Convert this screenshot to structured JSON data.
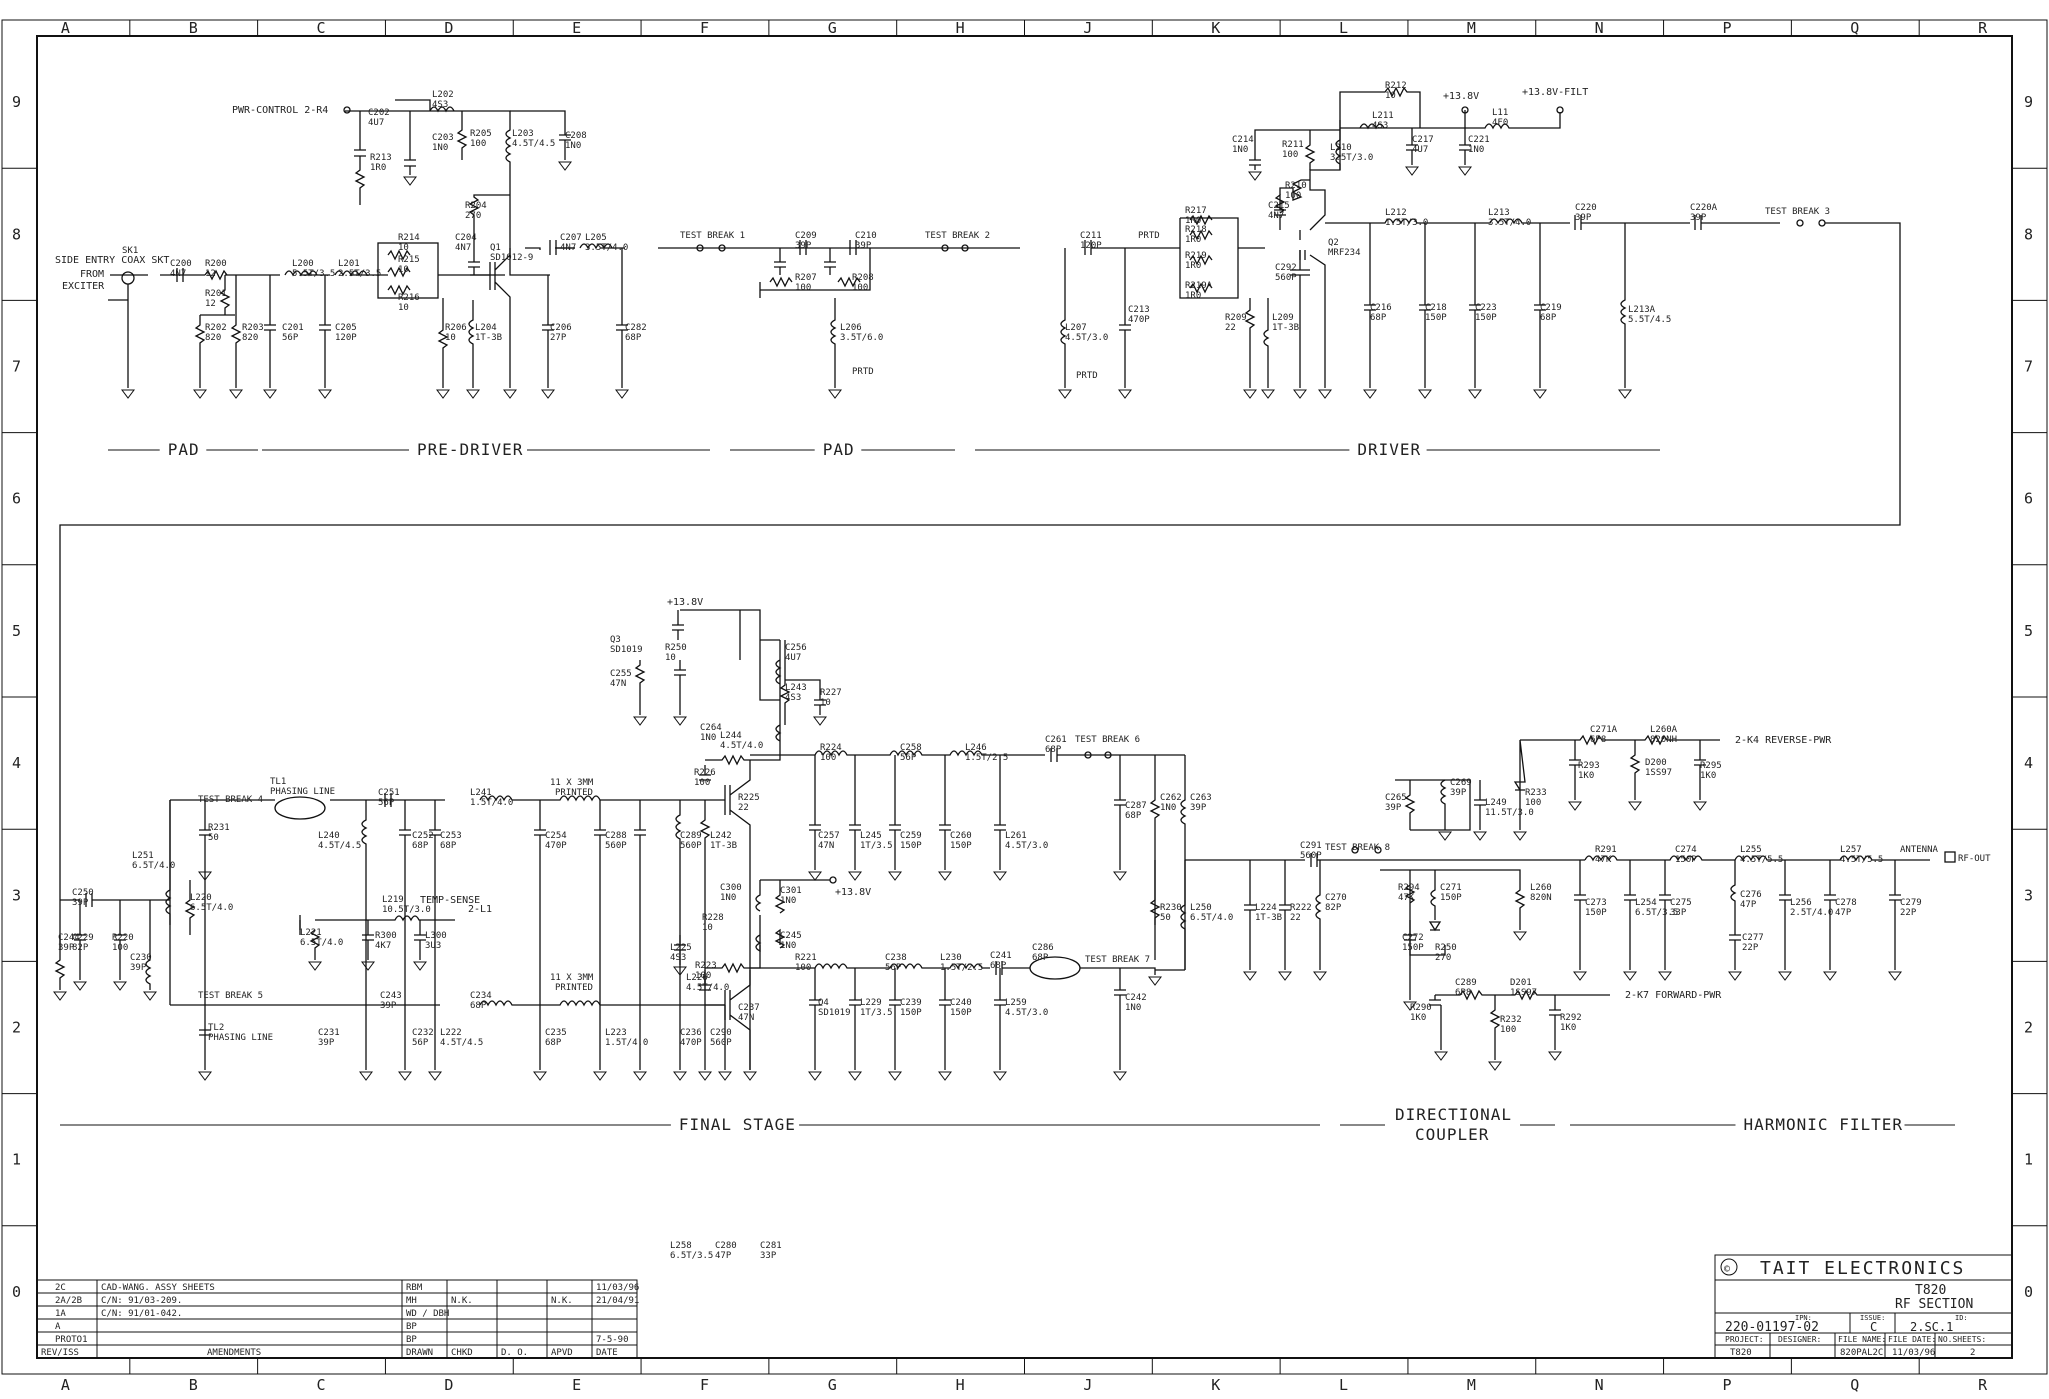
{
  "grid": {
    "cols": [
      "A",
      "B",
      "C",
      "D",
      "E",
      "F",
      "G",
      "H",
      "J",
      "K",
      "L",
      "M",
      "N",
      "P",
      "Q",
      "R"
    ],
    "rows": [
      "9",
      "8",
      "7",
      "6",
      "5",
      "4",
      "3",
      "2",
      "1",
      "0"
    ]
  },
  "sections": [
    {
      "id": "pad1",
      "label": "PAD"
    },
    {
      "id": "predriver",
      "label": "PRE-DRIVER"
    },
    {
      "id": "pad2",
      "label": "PAD"
    },
    {
      "id": "driver",
      "label": "DRIVER"
    },
    {
      "id": "final",
      "label": "FINAL STAGE"
    },
    {
      "id": "dircoupler",
      "lines": [
        "DIRECTIONAL",
        "COUPLER"
      ]
    },
    {
      "id": "harmonic",
      "label": "HARMONIC FILTER"
    }
  ],
  "components": [
    {
      "ref": "SK1",
      "value": ""
    },
    {
      "ref": "C200",
      "value": "4N7"
    },
    {
      "ref": "R200",
      "value": "12"
    },
    {
      "ref": "R201",
      "value": "12"
    },
    {
      "ref": "R202",
      "value": "820"
    },
    {
      "ref": "R203",
      "value": "820"
    },
    {
      "ref": "L200",
      "value": "5.5T/3.5"
    },
    {
      "ref": "C201",
      "value": "56P"
    },
    {
      "ref": "L201",
      "value": "2.5T/3.5"
    },
    {
      "ref": "C205",
      "value": "120P"
    },
    {
      "ref": "R214",
      "value": "10"
    },
    {
      "ref": "R215",
      "value": "10"
    },
    {
      "ref": "R216",
      "value": "10"
    },
    {
      "ref": "C202",
      "value": "4U7"
    },
    {
      "ref": "R213",
      "value": "1R0"
    },
    {
      "ref": "L202",
      "value": "4S3"
    },
    {
      "ref": "C203",
      "value": "1N0"
    },
    {
      "ref": "R205",
      "value": "100"
    },
    {
      "ref": "L203",
      "value": "4.5T/4.5"
    },
    {
      "ref": "C208",
      "value": "1N0"
    },
    {
      "ref": "R204",
      "value": "270"
    },
    {
      "ref": "C204",
      "value": "4N7"
    },
    {
      "ref": "Q1",
      "value": "SD1012-9"
    },
    {
      "ref": "R206",
      "value": "10"
    },
    {
      "ref": "L204",
      "value": "1T-3B"
    },
    {
      "ref": "C206",
      "value": "27P"
    },
    {
      "ref": "C207",
      "value": "4N7"
    },
    {
      "ref": "L205",
      "value": "3.5T/4.0"
    },
    {
      "ref": "C282",
      "value": "68P"
    },
    {
      "ref": "C209",
      "value": "39P"
    },
    {
      "ref": "C210",
      "value": "39P"
    },
    {
      "ref": "R207",
      "value": "100"
    },
    {
      "ref": "R208",
      "value": "100"
    },
    {
      "ref": "L206",
      "value": "3.5T/6.0"
    },
    {
      "ref": "C211",
      "value": "120P"
    },
    {
      "ref": "L207",
      "value": "4.5T/3.0"
    },
    {
      "ref": "C213",
      "value": "470P"
    },
    {
      "ref": "R217",
      "value": "1R0"
    },
    {
      "ref": "R218",
      "value": "1R0"
    },
    {
      "ref": "R219",
      "value": "1R0"
    },
    {
      "ref": "R219A",
      "value": "1R0"
    },
    {
      "ref": "R209",
      "value": "22"
    },
    {
      "ref": "L209",
      "value": "1T-3B"
    },
    {
      "ref": "C292",
      "value": "560P"
    },
    {
      "ref": "C215",
      "value": "4N7"
    },
    {
      "ref": "R210",
      "value": "100"
    },
    {
      "ref": "C214",
      "value": "1N0"
    },
    {
      "ref": "R211",
      "value": "100"
    },
    {
      "ref": "L210",
      "value": "3.5T/3.0"
    },
    {
      "ref": "R212",
      "value": "10"
    },
    {
      "ref": "L211",
      "value": "4S3"
    },
    {
      "ref": "C217",
      "value": "4U7"
    },
    {
      "ref": "C221",
      "value": "1N0"
    },
    {
      "ref": "L11",
      "value": "4F0"
    },
    {
      "ref": "Q2",
      "value": "MRF234"
    },
    {
      "ref": "L212",
      "value": "1.5T/3.0"
    },
    {
      "ref": "C216",
      "value": "68P"
    },
    {
      "ref": "C218",
      "value": "150P"
    },
    {
      "ref": "L213",
      "value": "3.5T/4.0"
    },
    {
      "ref": "C223",
      "value": "150P"
    },
    {
      "ref": "C219",
      "value": "68P"
    },
    {
      "ref": "C220",
      "value": "39P"
    },
    {
      "ref": "L213A",
      "value": "5.5T/4.5"
    },
    {
      "ref": "C220A",
      "value": "39P"
    },
    {
      "ref": "TL1",
      "value": "PHASING LINE"
    },
    {
      "ref": "C251",
      "value": "56P"
    },
    {
      "ref": "L240",
      "value": "4.5T/4.5"
    },
    {
      "ref": "C252",
      "value": "68P"
    },
    {
      "ref": "C253",
      "value": "68P"
    },
    {
      "ref": "L241",
      "value": "1.5T/4.0"
    },
    {
      "ref": "C254",
      "value": "470P"
    },
    {
      "ref": "C288",
      "value": "560P"
    },
    {
      "ref": "C289",
      "value": "560P"
    },
    {
      "ref": "L242",
      "value": "1T-3B"
    },
    {
      "ref": "R225",
      "value": "22"
    },
    {
      "ref": "Q3",
      "value": "SD1019"
    },
    {
      "ref": "C255",
      "value": "47N"
    },
    {
      "ref": "R250",
      "value": "10"
    },
    {
      "ref": "C256",
      "value": "4U7"
    },
    {
      "ref": "L243",
      "value": "4S3"
    },
    {
      "ref": "R227",
      "value": "10"
    },
    {
      "ref": "C264",
      "value": "1N0"
    },
    {
      "ref": "L244",
      "value": "4.5T/4.0"
    },
    {
      "ref": "R226",
      "value": "100"
    },
    {
      "ref": "R224",
      "value": "100"
    },
    {
      "ref": "C257",
      "value": "47N"
    },
    {
      "ref": "L245",
      "value": "1T/3.5"
    },
    {
      "ref": "C258",
      "value": "56P"
    },
    {
      "ref": "C259",
      "value": "150P"
    },
    {
      "ref": "L246",
      "value": "1.5T/2.5"
    },
    {
      "ref": "C260",
      "value": "150P"
    },
    {
      "ref": "L261",
      "value": "4.5T/3.0"
    },
    {
      "ref": "C261",
      "value": "68P"
    },
    {
      "ref": "C287",
      "value": "68P"
    },
    {
      "ref": "C262",
      "value": "1N0"
    },
    {
      "ref": "C263",
      "value": "39P"
    },
    {
      "ref": "R230",
      "value": "50"
    },
    {
      "ref": "L250",
      "value": "6.5T/4.0"
    },
    {
      "ref": "R231",
      "value": "50"
    },
    {
      "ref": "L251",
      "value": "6.5T/4.0"
    },
    {
      "ref": "C250",
      "value": "39P"
    },
    {
      "ref": "L220",
      "value": "6.5T/4.0"
    },
    {
      "ref": "C229",
      "value": "82P"
    },
    {
      "ref": "R220",
      "value": "100"
    },
    {
      "ref": "C230",
      "value": "39P"
    },
    {
      "ref": "C244",
      "value": "39P"
    },
    {
      "ref": "L221",
      "value": "6.5T/4.0"
    },
    {
      "ref": "L219",
      "value": "10.5T/3.0"
    },
    {
      "ref": "R300",
      "value": "4K7"
    },
    {
      "ref": "L300",
      "value": "3U3"
    },
    {
      "ref": "C300",
      "value": "1N0"
    },
    {
      "ref": "C301",
      "value": "1N0"
    },
    {
      "ref": "L225",
      "value": "4S3"
    },
    {
      "ref": "R228",
      "value": "10"
    },
    {
      "ref": "C245",
      "value": "1N0"
    },
    {
      "ref": "L226",
      "value": "4.5T/4.0"
    },
    {
      "ref": "R223",
      "value": "100"
    },
    {
      "ref": "C237",
      "value": "47N"
    },
    {
      "ref": "R221",
      "value": "100"
    },
    {
      "ref": "Q4",
      "value": "SD1019"
    },
    {
      "ref": "L229",
      "value": "1T/3.5"
    },
    {
      "ref": "C238",
      "value": "56P"
    },
    {
      "ref": "C239",
      "value": "150P"
    },
    {
      "ref": "L230",
      "value": "1.5T/2.5"
    },
    {
      "ref": "C240",
      "value": "150P"
    },
    {
      "ref": "L259",
      "value": "4.5T/3.0"
    },
    {
      "ref": "C241",
      "value": "68P"
    },
    {
      "ref": "C286",
      "value": "68P"
    },
    {
      "ref": "C242",
      "value": "1N0"
    },
    {
      "ref": "TL2",
      "value": "PHASING LINE"
    },
    {
      "ref": "C243",
      "value": "39P"
    },
    {
      "ref": "C231",
      "value": "39P"
    },
    {
      "ref": "C232",
      "value": "56P"
    },
    {
      "ref": "L222",
      "value": "4.5T/4.5"
    },
    {
      "ref": "C234",
      "value": "68P"
    },
    {
      "ref": "C235",
      "value": "68P"
    },
    {
      "ref": "L223",
      "value": "1.5T/4.0"
    },
    {
      "ref": "C236",
      "value": "470P"
    },
    {
      "ref": "C290",
      "value": "560P"
    },
    {
      "ref": "C291",
      "value": "560P"
    },
    {
      "ref": "L224",
      "value": "1T-3B"
    },
    {
      "ref": "R222",
      "value": "22"
    },
    {
      "ref": "C270",
      "value": "82P"
    },
    {
      "ref": "C265",
      "value": "39P"
    },
    {
      "ref": "C269",
      "value": "39P"
    },
    {
      "ref": "L249",
      "value": "11.5T/3.0"
    },
    {
      "ref": "R233",
      "value": "100"
    },
    {
      "ref": "C271A",
      "value": "6P8"
    },
    {
      "ref": "L260A",
      "value": "820NH"
    },
    {
      "ref": "D200",
      "value": "1SS97"
    },
    {
      "ref": "R293",
      "value": "1K0"
    },
    {
      "ref": "R295",
      "value": "1K0"
    },
    {
      "ref": "R294",
      "value": "47K"
    },
    {
      "ref": "C271",
      "value": "150P"
    },
    {
      "ref": "C272",
      "value": "150P"
    },
    {
      "ref": "R250",
      "value": "270"
    },
    {
      "ref": "L260",
      "value": "820N"
    },
    {
      "ref": "C289",
      "value": "6P8"
    },
    {
      "ref": "D201",
      "value": "1SS97"
    },
    {
      "ref": "R232",
      "value": "100"
    },
    {
      "ref": "R290",
      "value": "1K0"
    },
    {
      "ref": "R292",
      "value": "1K0"
    },
    {
      "ref": "R291",
      "value": "47K"
    },
    {
      "ref": "C273",
      "value": "150P"
    },
    {
      "ref": "C274",
      "value": "150P"
    },
    {
      "ref": "L254",
      "value": "6.5T/3.5"
    },
    {
      "ref": "C275",
      "value": "33P"
    },
    {
      "ref": "L255",
      "value": "4.5T/5.5"
    },
    {
      "ref": "C276",
      "value": "47P"
    },
    {
      "ref": "C277",
      "value": "22P"
    },
    {
      "ref": "L257",
      "value": "4.5T/5.5"
    },
    {
      "ref": "L256",
      "value": "2.5T/4.0"
    },
    {
      "ref": "C278",
      "value": "47P"
    },
    {
      "ref": "C279",
      "value": "22P"
    },
    {
      "ref": "L258",
      "value": "6.5T/3.5"
    },
    {
      "ref": "C280",
      "value": "47P"
    },
    {
      "ref": "C281",
      "value": "33P"
    }
  ],
  "notes": {
    "pwr_control": "PWR-CONTROL 2-R4",
    "input_1": "SIDE ENTRY COAX SKT",
    "input_2": "FROM",
    "input_3": "EXCITER",
    "supply": "+13.8V",
    "supply_filt": "+13.8V-FILT",
    "prtd": "PRTD",
    "printed_1": "11 X 3MM",
    "printed_2": "PRINTED",
    "temp_sense": "TEMP-SENSE",
    "temp_conn": "2-L1",
    "reverse_pwr": "2-K4 REVERSE-PWR",
    "forward_pwr": "2-K7 FORWARD-PWR",
    "antenna": "ANTENNA",
    "rf_out": "RF-OUT",
    "tb1": "TEST BREAK 1",
    "tb2": "TEST BREAK 2",
    "tb3": "TEST BREAK 3",
    "tb4": "TEST BREAK 4",
    "tb5": "TEST BREAK 5",
    "tb6": "TEST BREAK 6",
    "tb7": "TEST BREAK 7",
    "tb8": "TEST BREAK 8"
  },
  "revisions": {
    "rows": [
      {
        "rev": "2C",
        "amend": "CAD-WANG. ASSY SHEETS",
        "drawn": "RBM",
        "chkd": "",
        "do": "",
        "apvd": "",
        "date": "11/03/96"
      },
      {
        "rev": "2A/2B",
        "amend": "C/N: 91/03-209.",
        "drawn": "MH",
        "chkd": "N.K.",
        "do": "",
        "apvd": "N.K.",
        "date": "21/04/91"
      },
      {
        "rev": "1A",
        "amend": "C/N: 91/01-042.",
        "drawn": "WD / DBH",
        "chkd": "",
        "do": "",
        "apvd": "",
        "date": ""
      },
      {
        "rev": "A",
        "amend": "",
        "drawn": "BP",
        "chkd": "",
        "do": "",
        "apvd": "",
        "date": ""
      },
      {
        "rev": "PROTO1",
        "amend": "",
        "drawn": "BP",
        "chkd": "",
        "do": "",
        "apvd": "",
        "date": "7-5-90"
      }
    ],
    "headers": {
      "rev": "REV/ISS",
      "amend": "AMENDMENTS",
      "drawn": "DRAWN",
      "chkd": "CHKD",
      "do": "D. O.",
      "apvd": "APVD",
      "date": "DATE"
    }
  },
  "title_block": {
    "company": "TAIT ELECTRONICS",
    "copyright_symbol": "©",
    "product": "T820",
    "section": "RF SECTION",
    "ipn_label": "IPN:",
    "ipn": "220-01197-02",
    "issue_label": "ISSUE:",
    "issue": "C",
    "id_label": "ID:",
    "id": "2.SC.1",
    "project_label": "PROJECT:",
    "project": "T820",
    "designer_label": "DESIGNER:",
    "designer": "",
    "filename_label": "FILE NAME:",
    "filename": "820PAL2C",
    "filedate_label": "FILE DATE:",
    "filedate": "11/03/96",
    "sheets_label": "NO.SHEETS:",
    "sheets": "2"
  },
  "colors": {
    "ink": "#111111",
    "paper": "#ffffff"
  }
}
